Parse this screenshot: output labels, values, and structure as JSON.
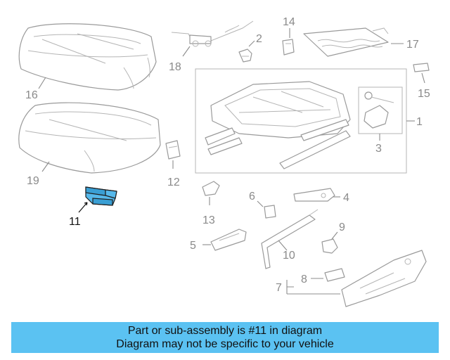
{
  "diagram": {
    "highlighted_part": "11",
    "callouts": {
      "c1": "1",
      "c2": "2",
      "c3": "3",
      "c4": "4",
      "c5": "5",
      "c6": "6",
      "c7": "7",
      "c8": "8",
      "c9": "9",
      "c10": "10",
      "c11": "11",
      "c12": "12",
      "c13": "13",
      "c14": "14",
      "c15": "15",
      "c16": "16",
      "c17": "17",
      "c18": "18",
      "c19": "19"
    },
    "colors": {
      "highlight": "#56b8ea",
      "outline": "#9a9a9a",
      "banner": "#5bc2f2"
    }
  },
  "banner": {
    "line1": "Part or sub-assembly is #11 in diagram",
    "line2": "Diagram may not be specific to your vehicle"
  }
}
